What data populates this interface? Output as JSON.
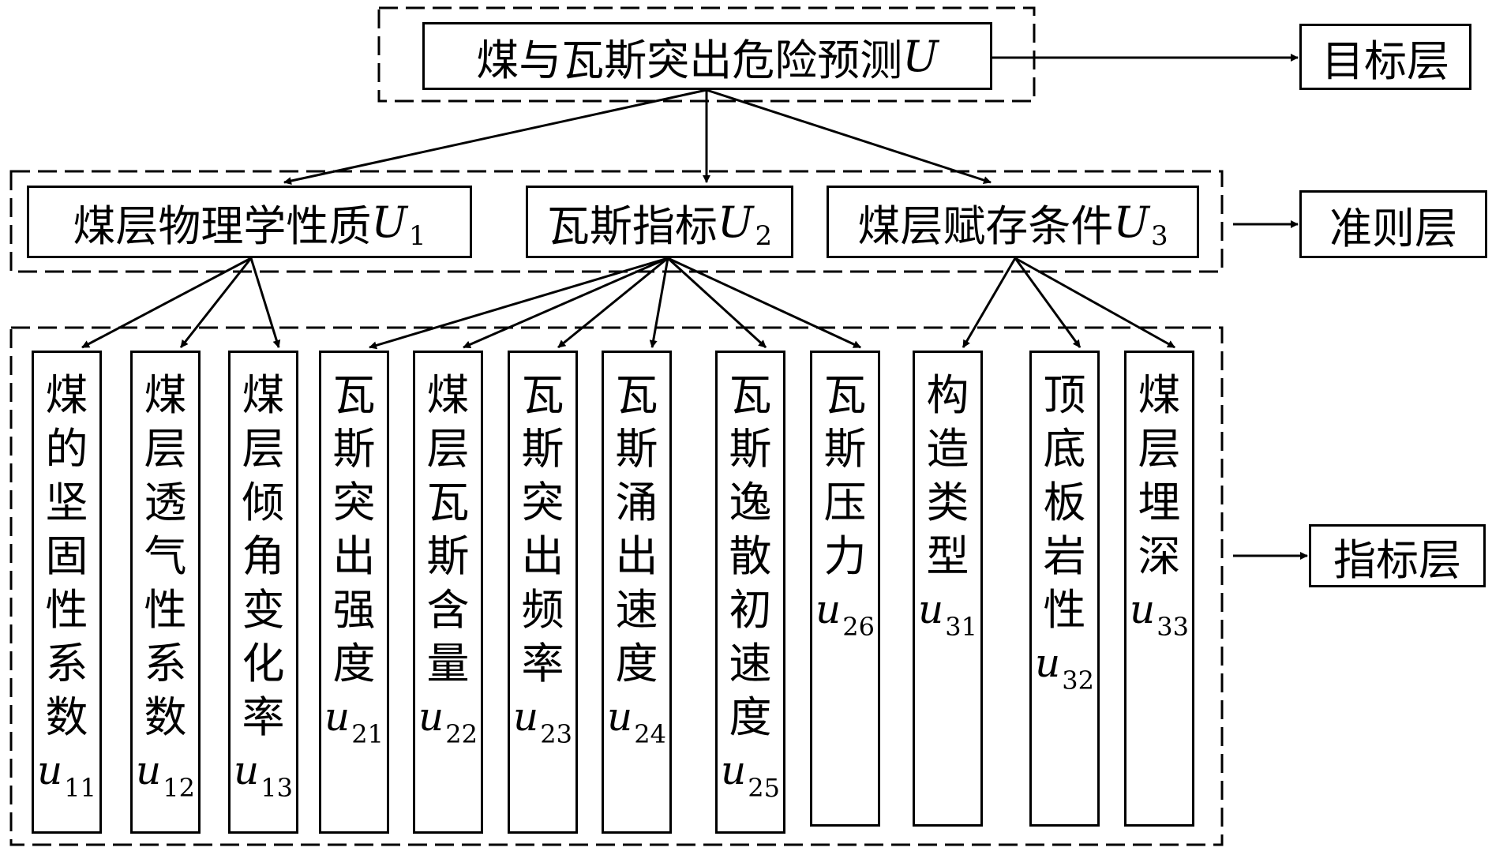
{
  "goal": {
    "text": "煤与瓦斯突出危险预测",
    "symbol": "U"
  },
  "criteria": [
    {
      "text": "煤层物理学性质",
      "symbol": "U",
      "sub": "1"
    },
    {
      "text": "瓦斯指标",
      "symbol": "U",
      "sub": "2"
    },
    {
      "text": "煤层赋存条件",
      "symbol": "U",
      "sub": "3"
    }
  ],
  "indicators": [
    {
      "text": "煤的坚固性系数",
      "symbol": "u",
      "sub": "11"
    },
    {
      "text": "煤层透气性系数",
      "symbol": "u",
      "sub": "12"
    },
    {
      "text": "煤层倾角变化率",
      "symbol": "u",
      "sub": "13"
    },
    {
      "text": "瓦斯突出强度",
      "symbol": "u",
      "sub": "21"
    },
    {
      "text": "煤层瓦斯含量",
      "symbol": "u",
      "sub": "22"
    },
    {
      "text": "瓦斯突出频率",
      "symbol": "u",
      "sub": "23"
    },
    {
      "text": "瓦斯涌出速度",
      "symbol": "u",
      "sub": "24"
    },
    {
      "text": "瓦斯逸散初速度",
      "symbol": "u",
      "sub": "25"
    },
    {
      "text": "瓦斯压力",
      "symbol": "u",
      "sub": "26"
    },
    {
      "text": "构造类型",
      "symbol": "u",
      "sub": "31"
    },
    {
      "text": "顶底板岩性",
      "symbol": "u",
      "sub": "32"
    },
    {
      "text": "煤层埋深",
      "symbol": "u",
      "sub": "33"
    }
  ],
  "layers": {
    "goal_layer": "目标层",
    "criteria_layer": "准则层",
    "indicator_layer": "指标层"
  }
}
